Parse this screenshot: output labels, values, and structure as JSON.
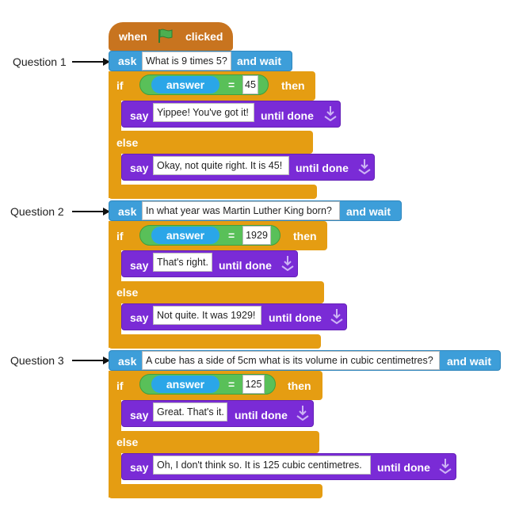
{
  "hat": {
    "when": "when",
    "clicked": "clicked",
    "flag_icon": "green-flag-icon"
  },
  "questions": [
    {
      "label": "Question 1"
    },
    {
      "label": "Question 2"
    },
    {
      "label": "Question 3"
    }
  ],
  "blocks": {
    "ask_word": "ask",
    "and_wait": "and wait",
    "if_word": "if",
    "then_word": "then",
    "else_word": "else",
    "say_word": "say",
    "until_done": "until done",
    "answer": "answer",
    "equals": "="
  },
  "q1": {
    "prompt": "What is 9 times 5?",
    "value": "45",
    "right": "Yippee! You've got it!",
    "wrong": "Okay, not quite right. It is 45!"
  },
  "q2": {
    "prompt": "In what year was Martin Luther King born?",
    "value": "1929",
    "right": "That's right.",
    "wrong": "Not quite. It was 1929!"
  },
  "q3": {
    "prompt": "A cube has a side of 5cm what is its volume in cubic centimetres?",
    "value": "125",
    "right": "Great. That's it.",
    "wrong": "Oh, I don't think so. It is 125 cubic centimetres."
  },
  "colors": {
    "event": "#c8741f",
    "sensing": "#3d9ed9",
    "control": "#e59d12",
    "looks": "#7a2bd6",
    "operator": "#59c059",
    "reporter": "#2aa6e8"
  }
}
